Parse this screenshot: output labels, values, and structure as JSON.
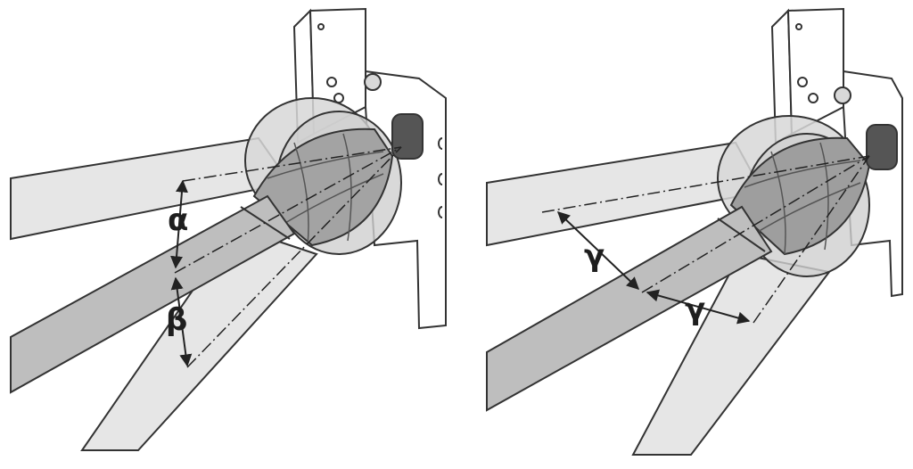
{
  "figure": {
    "left_panel": {
      "angle_top_label": "α",
      "angle_bottom_label": "β"
    },
    "right_panel": {
      "angle_label_1": "γ",
      "angle_label_2": "γ"
    }
  },
  "colors": {
    "light_tube": "#e6e6e6",
    "dark_tube": "#bebebe",
    "joint_housing": "#9e9e9e",
    "outline": "#333333",
    "paper": "#ffffff"
  }
}
